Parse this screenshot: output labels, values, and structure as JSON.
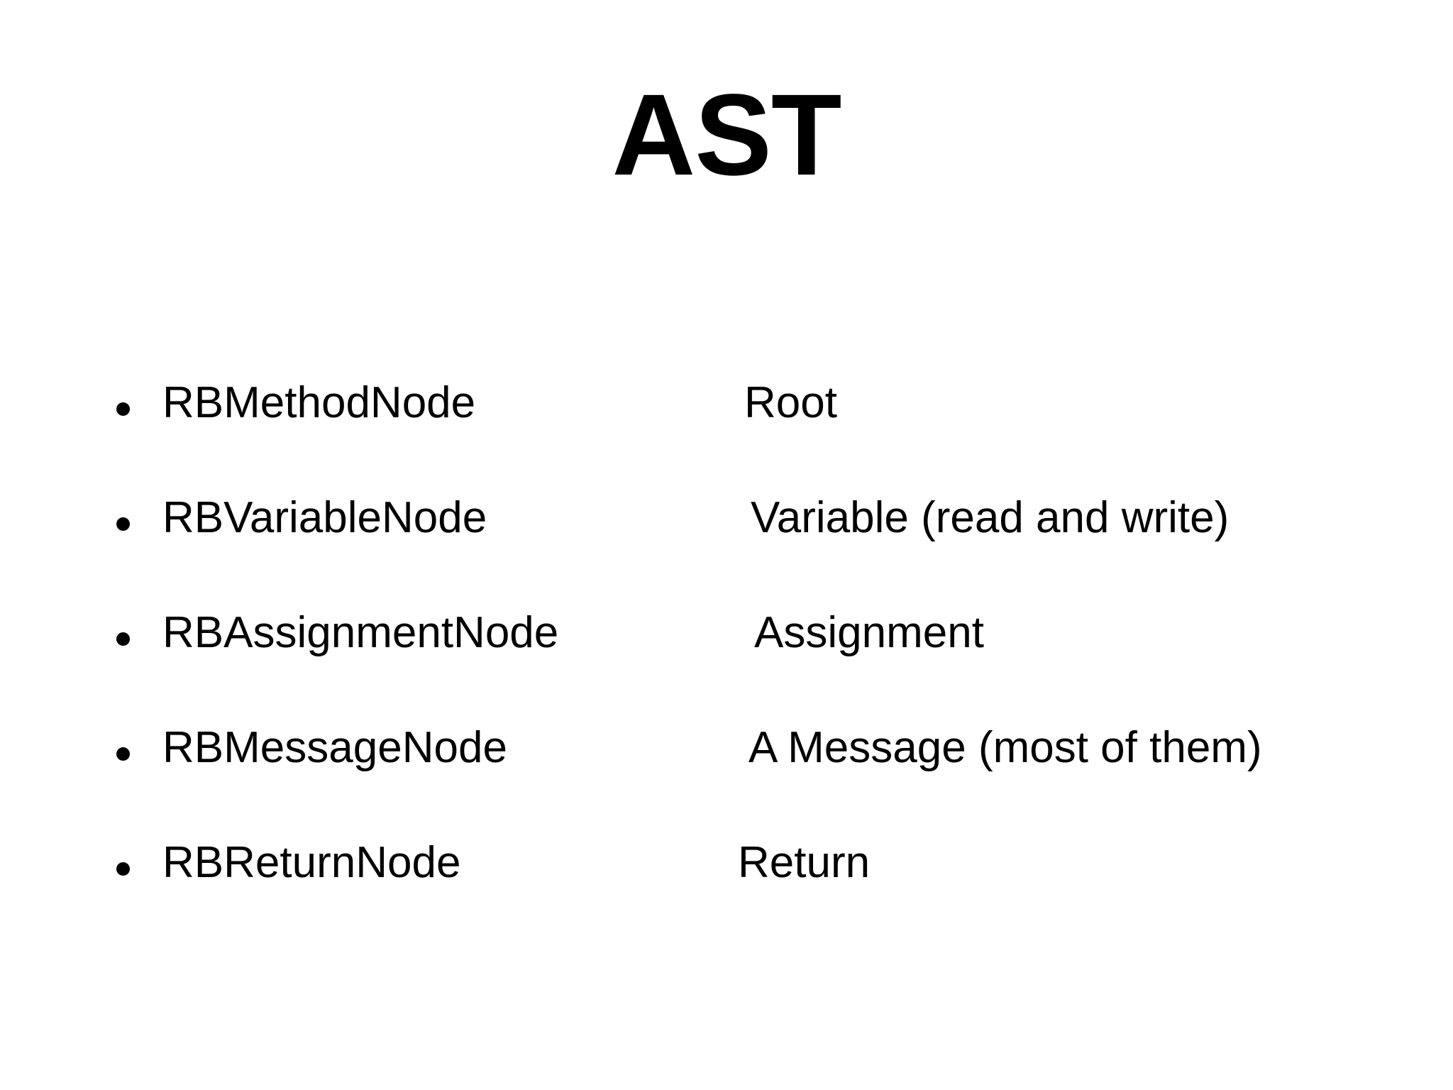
{
  "slide": {
    "title": "AST",
    "background_color": "#ffffff",
    "text_color": "#000000",
    "bullet_glyph": "bullet-dot",
    "rows": [
      {
        "term": "RBMethodNode",
        "description": "Root"
      },
      {
        "term": "RBVariableNode",
        "description": "Variable (read and write)"
      },
      {
        "term": "RBAssignmentNode",
        "description": "Assignment"
      },
      {
        "term": "RBMessageNode",
        "description": "A Message (most of them)"
      },
      {
        "term": "RBReturnNode",
        "description": "Return"
      }
    ]
  }
}
